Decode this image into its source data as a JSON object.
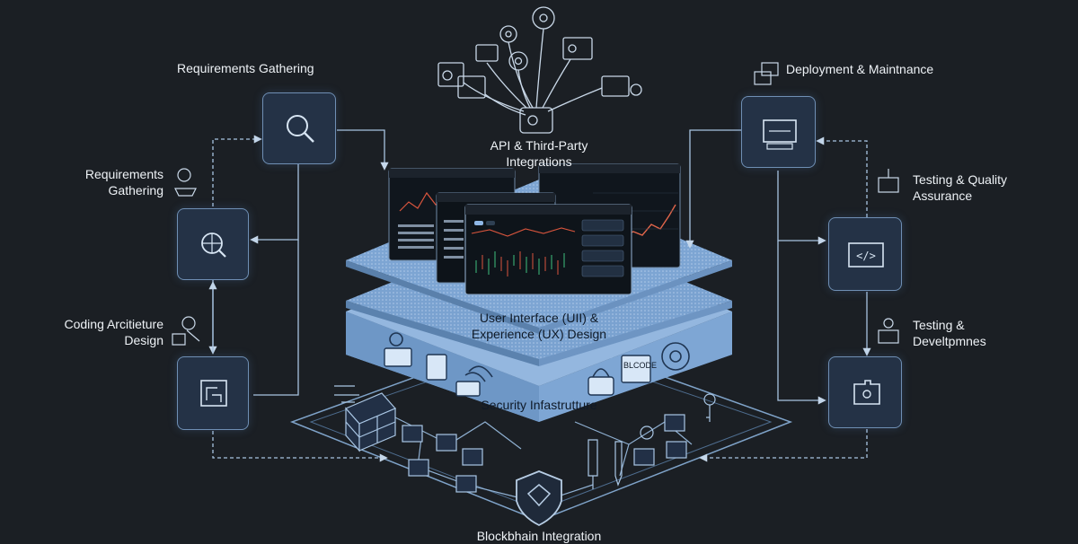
{
  "labels": {
    "left_top": "Requirements Gathering",
    "left_mid_line1": "Requirements",
    "left_mid_line2": "Gathering",
    "left_low_line1": "Coding Arcitieture",
    "left_low_line2": "Design",
    "api_line1": "API & Third-Party",
    "api_line2": "Integrations",
    "right_top": "Deployment & Maintnance",
    "right_mid_line1": "Testing & Quality",
    "right_mid_line2": "Assurance",
    "right_low_line1": "Testing &",
    "right_low_line2": "Develtpmnes",
    "ui_line1": "User Interface (UII) &",
    "ui_line2": "Experience (UX) Design",
    "security": "Security Infastrutture",
    "bottom": "Blockbhain Integration",
    "gear_text": "BLCODE"
  },
  "icons": {
    "left_boxes": [
      "search-icon",
      "globe-search-icon",
      "blueprint-icon"
    ],
    "right_boxes": [
      "monitor-icon",
      "code-icon",
      "puzzle-icon"
    ]
  },
  "colors": {
    "background": "#1b1f24",
    "line": "#a8c3e0",
    "box_border": "#6f8fb4",
    "layer_fill": "#86aedb"
  }
}
